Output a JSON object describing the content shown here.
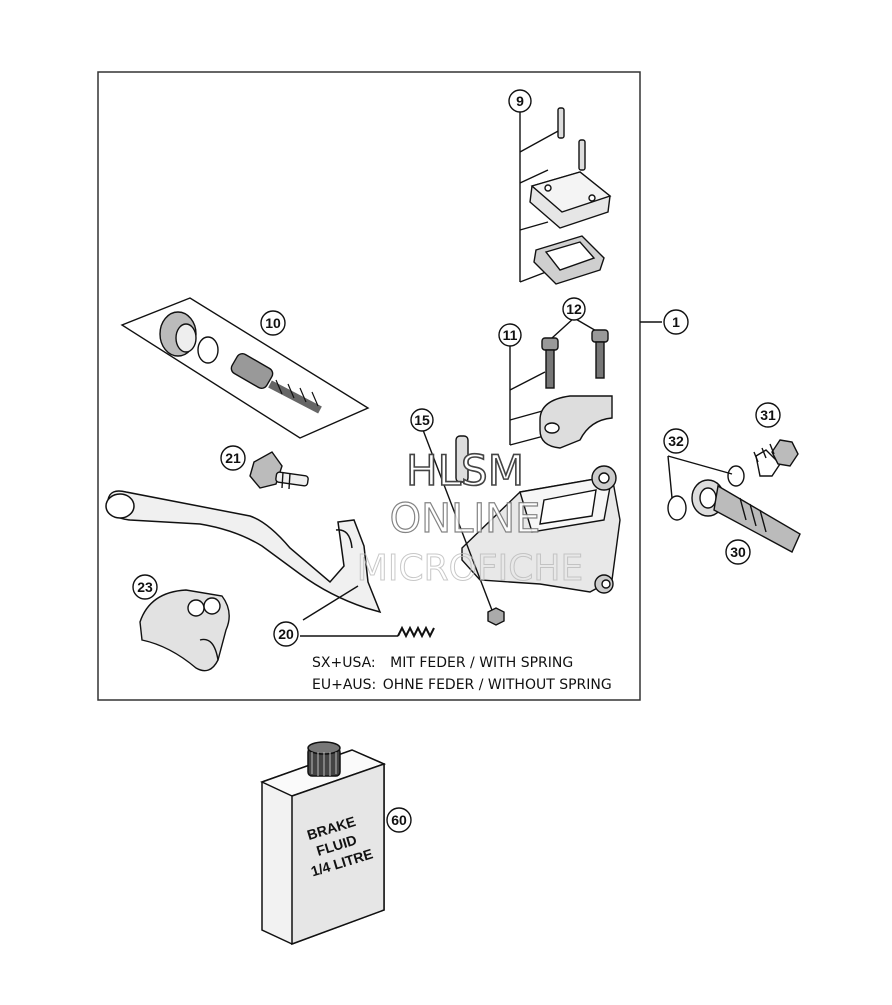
{
  "diagram": {
    "callouts": [
      {
        "id": "callout-1",
        "label": "1"
      },
      {
        "id": "callout-9",
        "label": "9"
      },
      {
        "id": "callout-10",
        "label": "10"
      },
      {
        "id": "callout-11",
        "label": "11"
      },
      {
        "id": "callout-12",
        "label": "12"
      },
      {
        "id": "callout-15",
        "label": "15"
      },
      {
        "id": "callout-20",
        "label": "20"
      },
      {
        "id": "callout-21",
        "label": "21"
      },
      {
        "id": "callout-23",
        "label": "23"
      },
      {
        "id": "callout-30",
        "label": "30"
      },
      {
        "id": "callout-31",
        "label": "31"
      },
      {
        "id": "callout-32",
        "label": "32"
      },
      {
        "id": "callout-60",
        "label": "60"
      }
    ],
    "notes": {
      "line1_region": "SX+USA:",
      "line1_text": "MIT FEDER / WITH SPRING",
      "line2_region": "EU+AUS:",
      "line2_text": "OHNE FEDER / WITHOUT SPRING"
    },
    "bottle_label": {
      "line1": "BRAKE",
      "line2": "FLUID",
      "line3": "1/4 LITRE"
    },
    "watermark": {
      "line1": "HLSM",
      "line2": "ONLINE",
      "line3": "MICROFICHE"
    }
  }
}
